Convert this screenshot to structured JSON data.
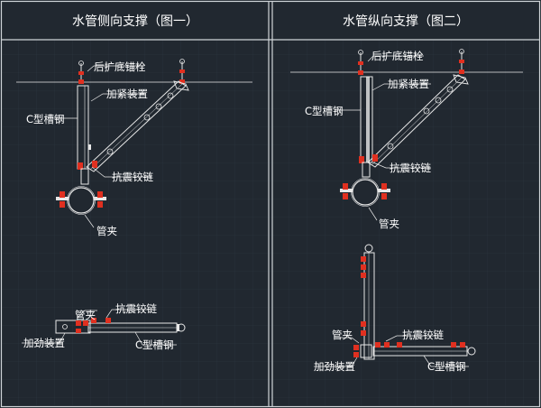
{
  "panels": [
    {
      "title": "水管侧向支撑（图一）",
      "labels": {
        "anchor_bolt": "后扩底锚栓",
        "tightening_device": "加紧装置",
        "c_channel": "C型槽钢",
        "seismic_hinge": "抗震铰链",
        "pipe_clamp": "管夹"
      },
      "lower_labels": {
        "pipe_clamp": "管夹",
        "seismic_hinge": "抗震铰链",
        "stiffening_device": "加劲装置",
        "c_channel": "C型槽钢"
      }
    },
    {
      "title": "水管纵向支撑（图二）",
      "labels": {
        "anchor_bolt": "后扩底锚栓",
        "tightening_device": "加紧装置",
        "c_channel": "C型槽钢",
        "seismic_hinge": "抗震铰链",
        "pipe_clamp": "管夹"
      },
      "lower_labels": {
        "pipe_clamp": "管夹",
        "seismic_hinge": "抗震铰链",
        "stiffening_device": "加劲装置",
        "c_channel": "C型槽钢"
      }
    }
  ],
  "colors": {
    "background": "#212830",
    "grid": "#2c3640",
    "line": "#e8e8e8",
    "accent": "#e03020"
  }
}
